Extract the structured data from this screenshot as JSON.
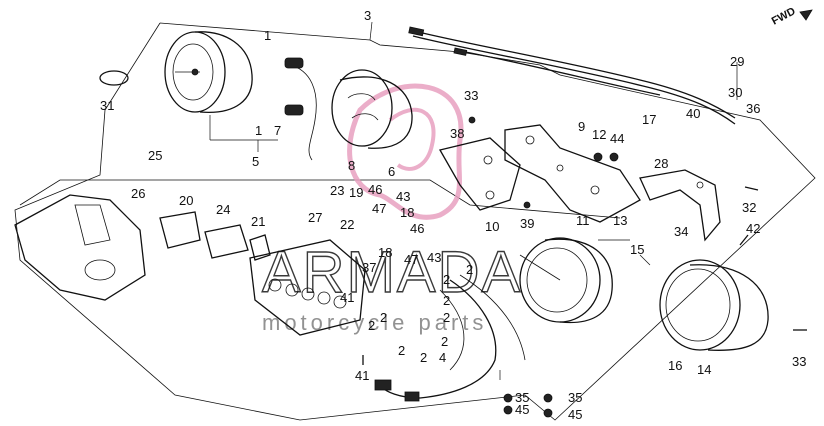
{
  "diagram": {
    "forward_marker": "FWD",
    "watermark": {
      "title": "ARMADA",
      "subtitle": "motorcycle parts",
      "logo_color": "#e8a0c0"
    },
    "callouts": [
      {
        "id": "c3",
        "text": "3"
      },
      {
        "id": "c31",
        "text": "31"
      },
      {
        "id": "c1a",
        "text": "1"
      },
      {
        "id": "c1b",
        "text": "1"
      },
      {
        "id": "c7",
        "text": "7"
      },
      {
        "id": "c5",
        "text": "5"
      },
      {
        "id": "c8",
        "text": "8"
      },
      {
        "id": "c33a",
        "text": "33"
      },
      {
        "id": "c38",
        "text": "38"
      },
      {
        "id": "c6",
        "text": "6"
      },
      {
        "id": "c25",
        "text": "25"
      },
      {
        "id": "c9",
        "text": "9"
      },
      {
        "id": "c12",
        "text": "12"
      },
      {
        "id": "c44",
        "text": "44"
      },
      {
        "id": "c17",
        "text": "17"
      },
      {
        "id": "c29",
        "text": "29"
      },
      {
        "id": "c30",
        "text": "30"
      },
      {
        "id": "c36",
        "text": "36"
      },
      {
        "id": "c40",
        "text": "40"
      },
      {
        "id": "c28",
        "text": "28"
      },
      {
        "id": "c32",
        "text": "32"
      },
      {
        "id": "c34",
        "text": "34"
      },
      {
        "id": "c42",
        "text": "42"
      },
      {
        "id": "c11",
        "text": "11"
      },
      {
        "id": "c13",
        "text": "13"
      },
      {
        "id": "c15",
        "text": "15"
      },
      {
        "id": "c39",
        "text": "39"
      },
      {
        "id": "c10",
        "text": "10"
      },
      {
        "id": "c26",
        "text": "26"
      },
      {
        "id": "c20",
        "text": "20"
      },
      {
        "id": "c24",
        "text": "24"
      },
      {
        "id": "c21",
        "text": "21"
      },
      {
        "id": "c27",
        "text": "27"
      },
      {
        "id": "c23",
        "text": "23"
      },
      {
        "id": "c19",
        "text": "19"
      },
      {
        "id": "c46a",
        "text": "46"
      },
      {
        "id": "c43a",
        "text": "43"
      },
      {
        "id": "c22",
        "text": "22"
      },
      {
        "id": "c47a",
        "text": "47"
      },
      {
        "id": "c18a",
        "text": "18"
      },
      {
        "id": "c46b",
        "text": "46"
      },
      {
        "id": "c18b",
        "text": "18"
      },
      {
        "id": "c37",
        "text": "37"
      },
      {
        "id": "c47b",
        "text": "47"
      },
      {
        "id": "c43b",
        "text": "43"
      },
      {
        "id": "c41a",
        "text": "41"
      },
      {
        "id": "c2a",
        "text": "2"
      },
      {
        "id": "c2b",
        "text": "2"
      },
      {
        "id": "c2c",
        "text": "2"
      },
      {
        "id": "c2d",
        "text": "2"
      },
      {
        "id": "c2e",
        "text": "2"
      },
      {
        "id": "c2f",
        "text": "2"
      },
      {
        "id": "c2g",
        "text": "2"
      },
      {
        "id": "c2h",
        "text": "2"
      },
      {
        "id": "c2i",
        "text": "2"
      },
      {
        "id": "c4",
        "text": "4"
      },
      {
        "id": "c41b",
        "text": "41"
      },
      {
        "id": "c35a",
        "text": "35"
      },
      {
        "id": "c35b",
        "text": "35"
      },
      {
        "id": "c45a",
        "text": "45"
      },
      {
        "id": "c45b",
        "text": "45"
      },
      {
        "id": "c16",
        "text": "16"
      },
      {
        "id": "c14",
        "text": "14"
      },
      {
        "id": "c33b",
        "text": "33"
      }
    ]
  }
}
